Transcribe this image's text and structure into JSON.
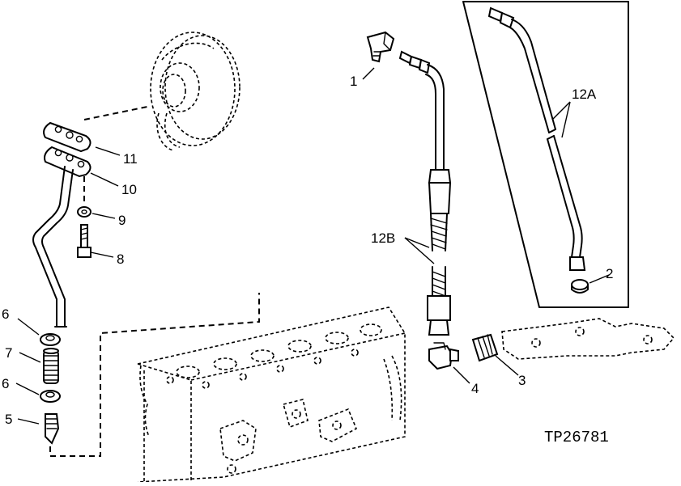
{
  "callouts": {
    "c1": "1",
    "c2": "2",
    "c3": "3",
    "c4": "4",
    "c5": "5",
    "c6a": "6",
    "c6b": "6",
    "c7": "7",
    "c8": "8",
    "c9": "9",
    "c10": "10",
    "c11": "11",
    "c12a": "12A",
    "c12b": "12B"
  },
  "figure_id": "TP26781"
}
